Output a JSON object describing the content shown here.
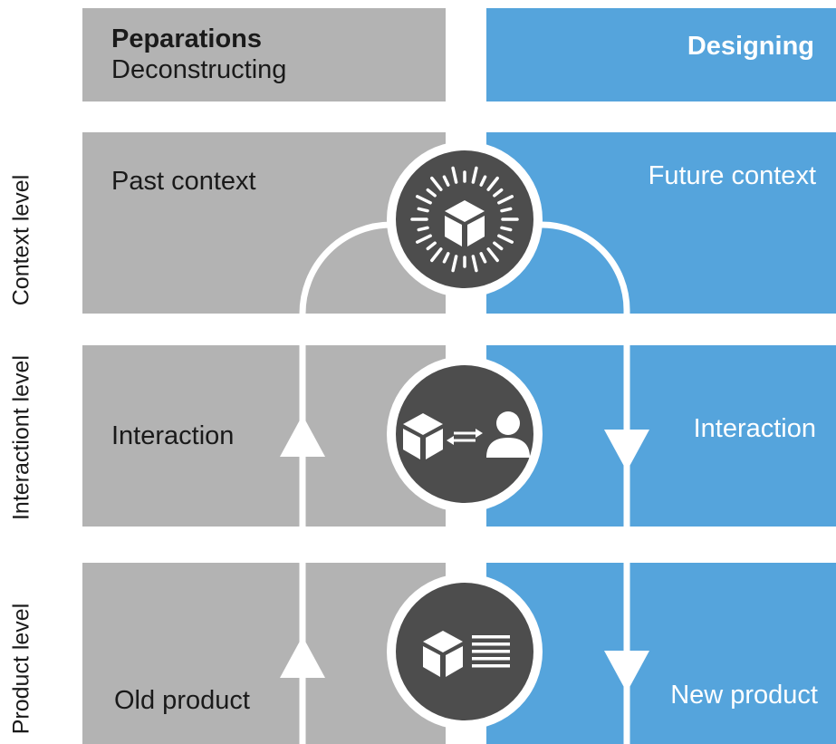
{
  "columns": {
    "left": {
      "title": "Peparations",
      "subtitle": "Deconstructing"
    },
    "right": {
      "title": "Designing"
    }
  },
  "levels": [
    {
      "label": "Context level",
      "left": "Past context",
      "right": "Future context",
      "icon": "radiant-cube-icon"
    },
    {
      "label": "Interactiont level",
      "left": "Interaction",
      "right": "Interaction",
      "icon": "cube-arrows-person-icon"
    },
    {
      "label": "Product level",
      "left": "Old product",
      "right": "New product",
      "icon": "cube-document-icon"
    }
  ],
  "colors": {
    "left": "#b3b3b3",
    "right": "#55a4dc",
    "circle": "#4d4d4d"
  }
}
